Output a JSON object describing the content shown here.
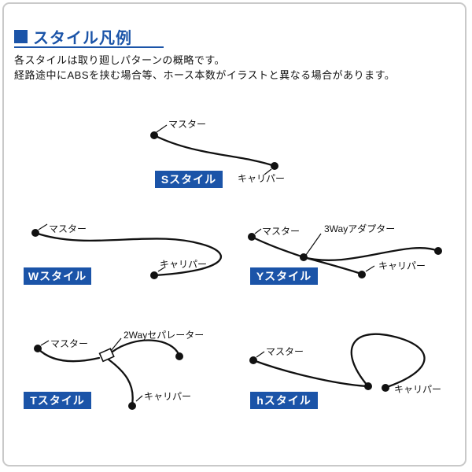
{
  "header": {
    "title": "スタイル凡例",
    "desc1": "各スタイルは取り廻しパターンの概略です。",
    "desc2": "経路途中にABSを挟む場合等、ホース本数がイラストと異なる場合があります。"
  },
  "diagrams": {
    "s": {
      "name": "Sスタイル",
      "master": "マスター",
      "caliper": "キャリパー"
    },
    "w": {
      "name": "Wスタイル",
      "master": "マスター",
      "caliper": "キャリパー"
    },
    "y": {
      "name": "Yスタイル",
      "master": "マスター",
      "caliper": "キャリパー",
      "adapter": "3Wayアダプター"
    },
    "t": {
      "name": "Tスタイル",
      "master": "マスター",
      "caliper": "キャリパー",
      "separator": "2Wayセパレーター"
    },
    "h": {
      "name": "hスタイル",
      "master": "マスター",
      "caliper": "キャリパー"
    }
  },
  "colors": {
    "accent_blue": "#1b54a8",
    "line_black": "#111111",
    "frame_gray": "#c9c9c9"
  }
}
